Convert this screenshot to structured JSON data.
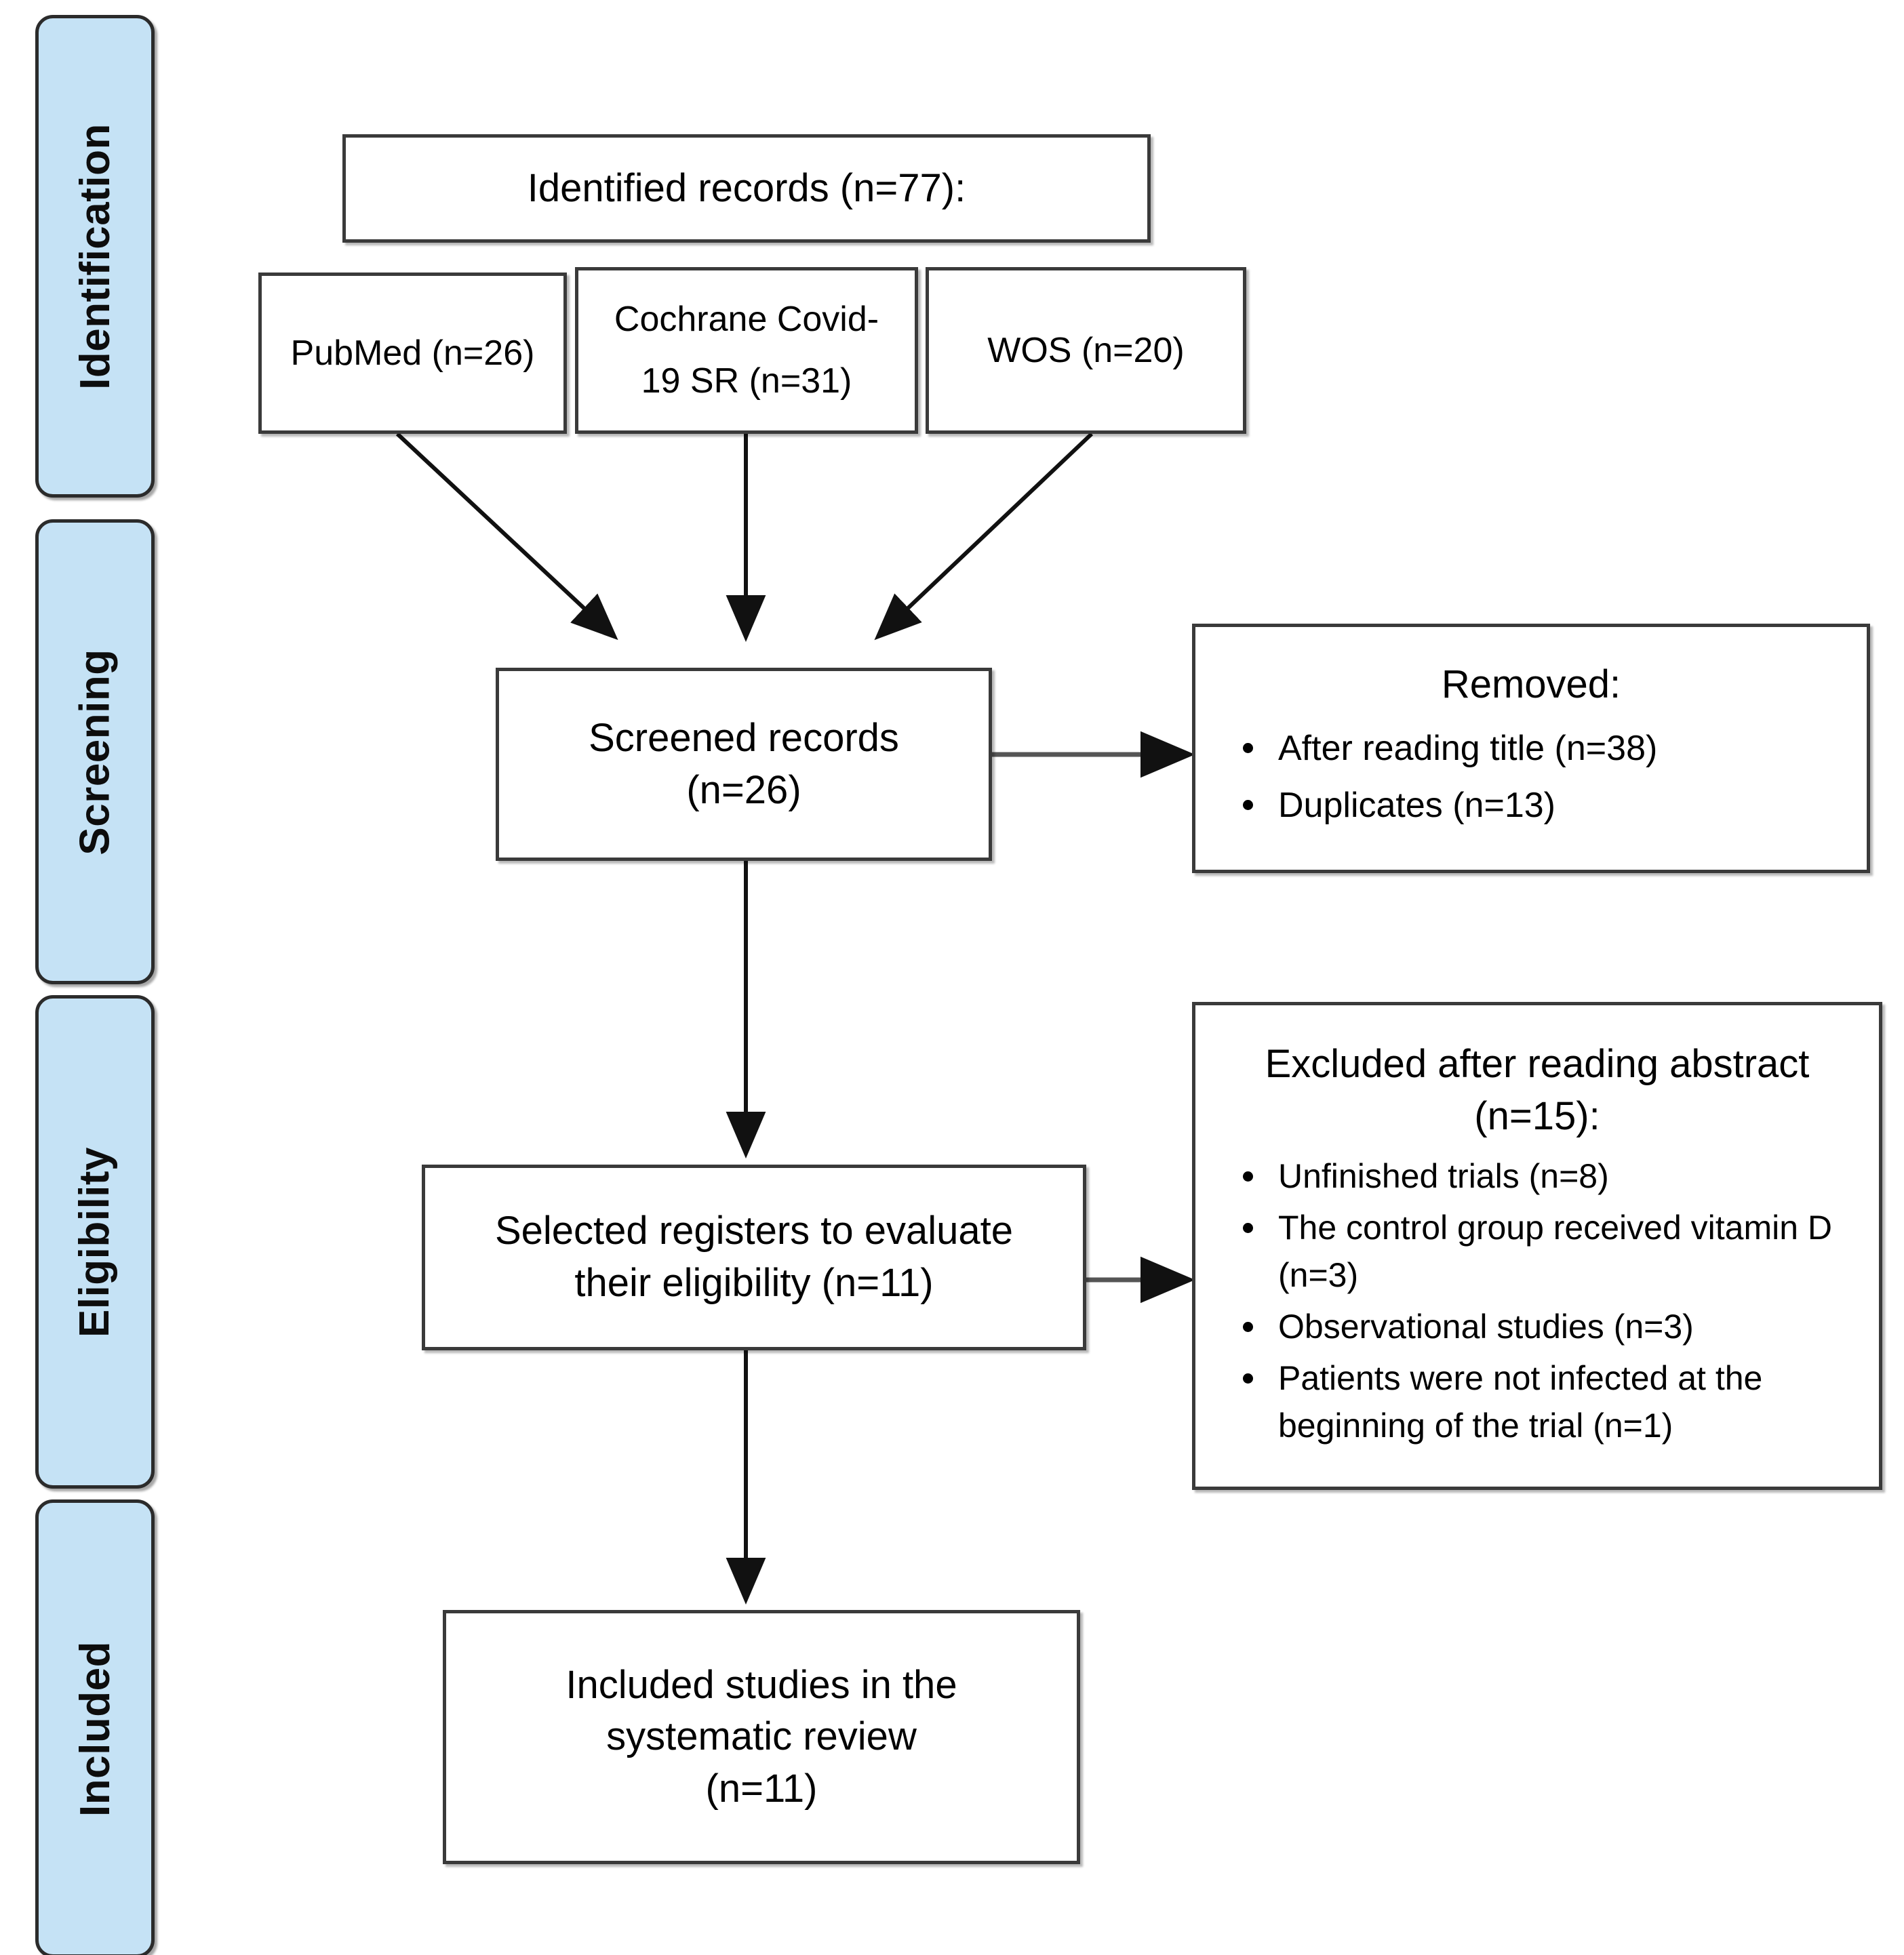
{
  "diagram": {
    "title": "PRISMA study selection flow diagram",
    "accent_color": "#C5E2F5",
    "border_color": "#3a3a3a",
    "stages": [
      {
        "id": "identification",
        "label": "Identification"
      },
      {
        "id": "screening",
        "label": "Screening"
      },
      {
        "id": "eligibility",
        "label": "Eligibility"
      },
      {
        "id": "included",
        "label": "Included"
      }
    ],
    "boxes": {
      "identified_records": {
        "lines": [
          "Identified records  (n=77):"
        ]
      },
      "source_pubmed": {
        "lines": [
          "PubMed (n=26)"
        ]
      },
      "source_cochrane": {
        "lines": [
          "Cochrane Covid-",
          "19 SR (n=31)"
        ]
      },
      "source_wos": {
        "lines": [
          "WOS (n=20)"
        ]
      },
      "screened_records": {
        "lines": [
          "Screened records",
          "(n=26)"
        ]
      },
      "removed": {
        "title": "Removed:",
        "items": [
          "After reading title (n=38)",
          "Duplicates (n=13)"
        ]
      },
      "selected_registers": {
        "lines": [
          "Selected registers to evaluate",
          "their eligibility (n=11)"
        ]
      },
      "excluded_abstract": {
        "title_line1": "Excluded after reading abstract",
        "title_line2": "(n=15):",
        "items": [
          "Unfinished trials (n=8)",
          "The control group received vitamin D (n=3)",
          "Observational studies (n=3)",
          "Patients were not infected at the beginning of the trial (n=1)"
        ]
      },
      "included_studies": {
        "lines": [
          "Included studies in the",
          "systematic review",
          "(n=11)"
        ]
      }
    }
  }
}
